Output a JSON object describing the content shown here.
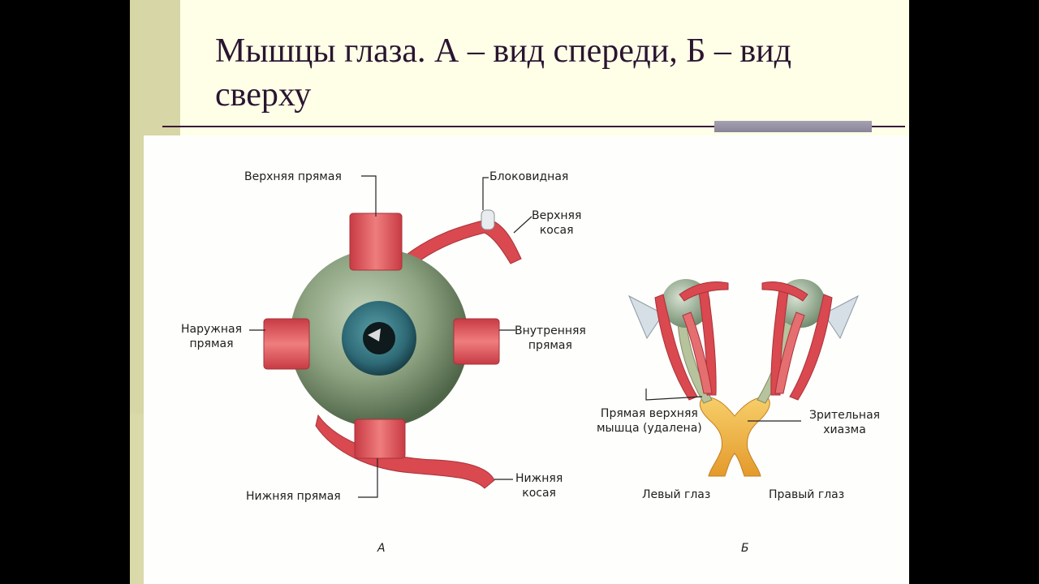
{
  "slide": {
    "title": "Мышцы глаза. А – вид спереди, Б – вид сверху"
  },
  "figure": {
    "panel_a": {
      "caption": "А",
      "labels": {
        "superior_rectus": "Верхняя прямая",
        "trochlea": "Блоковидная",
        "superior_oblique_l1": "Верхняя",
        "superior_oblique_l2": "косая",
        "lateral_rectus_l1": "Наружная",
        "lateral_rectus_l2": "прямая",
        "medial_rectus_l1": "Внутренняя",
        "medial_rectus_l2": "прямая",
        "inferior_rectus": "Нижняя прямая",
        "inferior_oblique_l1": "Нижняя",
        "inferior_oblique_l2": "косая"
      }
    },
    "panel_b": {
      "caption": "Б",
      "labels": {
        "removed_muscle_l1": "Прямая верхняя",
        "removed_muscle_l2": "мышца (удалена)",
        "chiasm_l1": "Зрительная",
        "chiasm_l2": "хиазма",
        "left_eye": "Левый глаз",
        "right_eye": "Правый глаз"
      }
    }
  },
  "colors": {
    "slide_bg": "#ffffe8",
    "side_bar": "#d6d6a6",
    "title_text": "#2a1530",
    "muscle": "#d9494f",
    "eyeball": "#7f9a78",
    "iris": "#2f6d7a",
    "chiasm": "#f2b443"
  }
}
